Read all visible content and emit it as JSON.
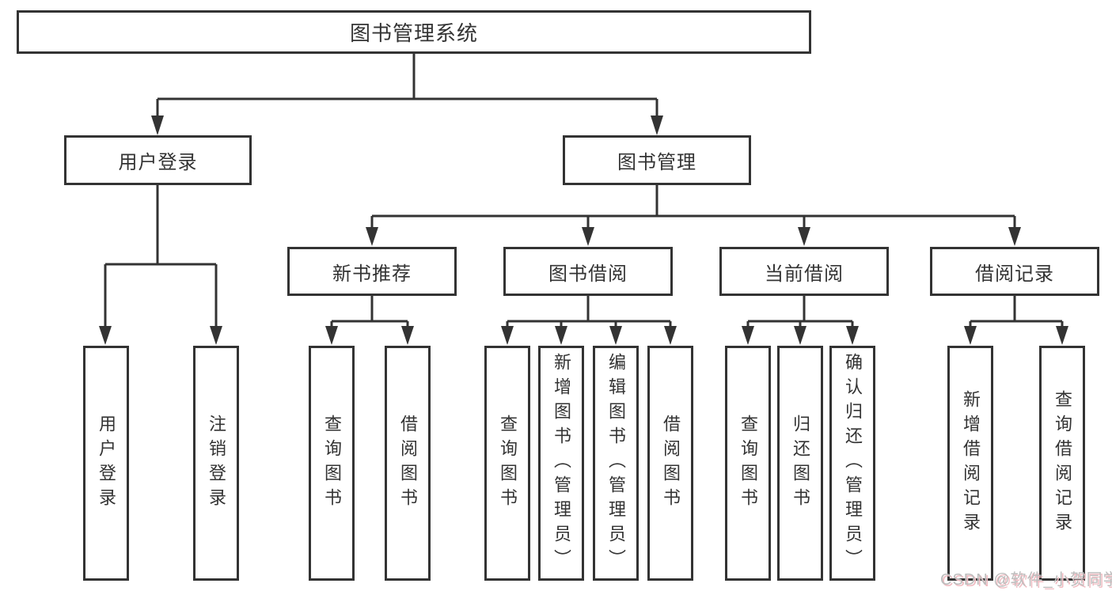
{
  "diagram": {
    "root": {
      "label": "图书管理系统"
    },
    "level2": [
      {
        "label": "用户登录"
      },
      {
        "label": "图书管理"
      }
    ],
    "level3": [
      {
        "label": "新书推荐"
      },
      {
        "label": "图书借阅"
      },
      {
        "label": "当前借阅"
      },
      {
        "label": "借阅记录"
      }
    ],
    "leaves": {
      "user_login": [
        {
          "label": "用户登录"
        },
        {
          "label": "注销登录"
        }
      ],
      "new_books": [
        {
          "label": "查询图书"
        },
        {
          "label": "借阅图书"
        }
      ],
      "book_borrow": [
        {
          "label": "查询图书"
        },
        {
          "label": "新增图书（管理员）"
        },
        {
          "label": "编辑图书（管理员）"
        },
        {
          "label": "借阅图书"
        }
      ],
      "current_borrow": [
        {
          "label": "查询图书"
        },
        {
          "label": "归还图书"
        },
        {
          "label": "确认归还（管理员）"
        }
      ],
      "borrow_records": [
        {
          "label": "新增借阅记录"
        },
        {
          "label": "查询借阅记录"
        }
      ]
    }
  },
  "watermark": {
    "text": "CSDN @软件_小贺同学"
  },
  "colors": {
    "line": "#333333",
    "watermark_gray": "#bdbdbd",
    "watermark_pink": "#f0bcc2"
  }
}
